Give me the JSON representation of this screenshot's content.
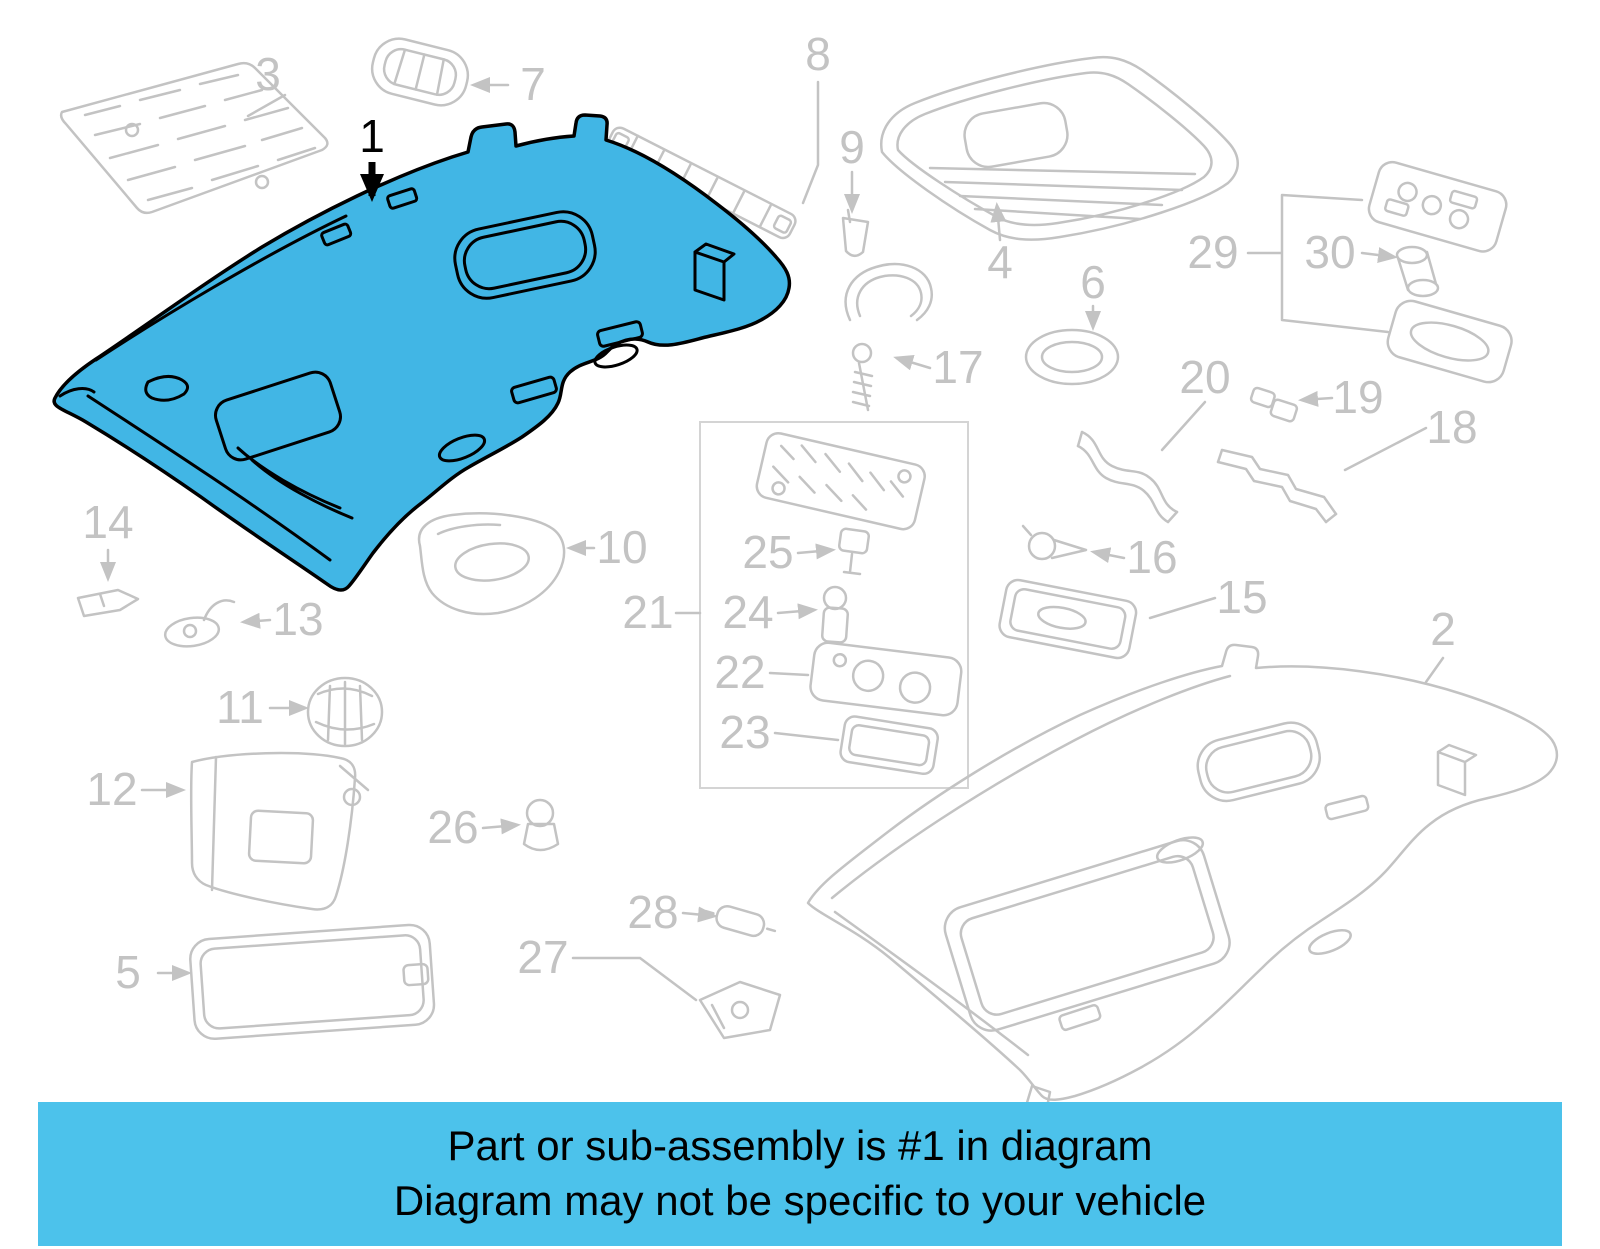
{
  "banner": {
    "line1": "Part or sub-assembly is #1 in diagram",
    "line2": "Diagram may not be specific to your vehicle",
    "background": "#4cc2eb",
    "text_color": "#000000"
  },
  "diagram": {
    "highlighted_part": "1",
    "highlight_color": "#41b6e5",
    "line_color": "#c3c3c3",
    "callouts": {
      "n1": "1",
      "n2": "2",
      "n3": "3",
      "n4": "4",
      "n5": "5",
      "n6": "6",
      "n7": "7",
      "n8": "8",
      "n9": "9",
      "n10": "10",
      "n11": "11",
      "n12": "12",
      "n13": "13",
      "n14": "14",
      "n15": "15",
      "n16": "16",
      "n17": "17",
      "n18": "18",
      "n19": "19",
      "n20": "20",
      "n21": "21",
      "n22": "22",
      "n23": "23",
      "n24": "24",
      "n25": "25",
      "n26": "26",
      "n27": "27",
      "n28": "28",
      "n29": "29",
      "n30": "30"
    }
  }
}
